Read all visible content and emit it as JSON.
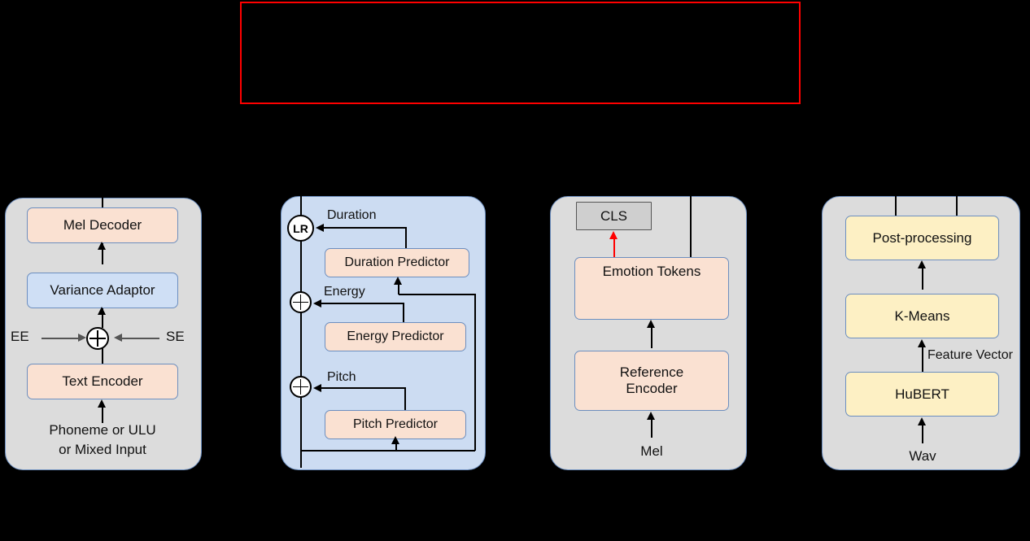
{
  "diagram": {
    "type": "flowchart",
    "title": "",
    "background": "#000000",
    "colors": {
      "panel": "#dcdcdc",
      "panel_blue": "#ccdcf2",
      "box_peach": "#fae1d2",
      "box_blue": "#cfdff5",
      "box_yellow": "#fdf0c4",
      "box_grey": "#cfcfcf",
      "border_blue": "#6c8ebf",
      "highlight_red": "#ff0000",
      "arrow_black": "#000000",
      "arrow_grey": "#555555"
    },
    "annotations": {
      "red_highlight_box": "empty red-outlined rectangle region at top"
    }
  },
  "panels": [
    {
      "id": "acoustic-model",
      "boxes": [
        {
          "label": "Mel Decoder",
          "style": "peach"
        },
        {
          "label": "Variance Adaptor",
          "style": "blue"
        },
        {
          "label": "Text Encoder",
          "style": "peach"
        }
      ],
      "side_labels": {
        "left": "EE",
        "right": "SE"
      },
      "input_label_line1": "Phoneme or ULU",
      "input_label_line2": "or Mixed Input"
    },
    {
      "id": "variance-adaptor-detail",
      "boxes": [
        {
          "label": "Duration Predictor",
          "style": "peach"
        },
        {
          "label": "Energy Predictor",
          "style": "peach"
        },
        {
          "label": "Pitch Predictor",
          "style": "peach"
        }
      ],
      "nodes": [
        {
          "label": "LR",
          "type": "length-regulator"
        },
        {
          "label": "",
          "type": "add-operator"
        },
        {
          "label": "",
          "type": "add-operator"
        }
      ],
      "edge_labels": [
        "Duration",
        "Energy",
        "Pitch"
      ]
    },
    {
      "id": "emotion-encoder",
      "boxes": [
        {
          "label": "CLS",
          "style": "grey"
        },
        {
          "label": "Emotion Tokens",
          "style": "peach"
        },
        {
          "label": "Reference\nEncoder",
          "style": "peach",
          "line1": "Reference",
          "line2": "Encoder"
        }
      ],
      "input_label": "Mel"
    },
    {
      "id": "unit-extraction",
      "boxes": [
        {
          "label": "Post-processing",
          "style": "yellow"
        },
        {
          "label": "K-Means",
          "style": "yellow"
        },
        {
          "label": "HuBERT",
          "style": "yellow"
        }
      ],
      "edge_label": "Feature Vector",
      "input_label": "Wav"
    }
  ]
}
